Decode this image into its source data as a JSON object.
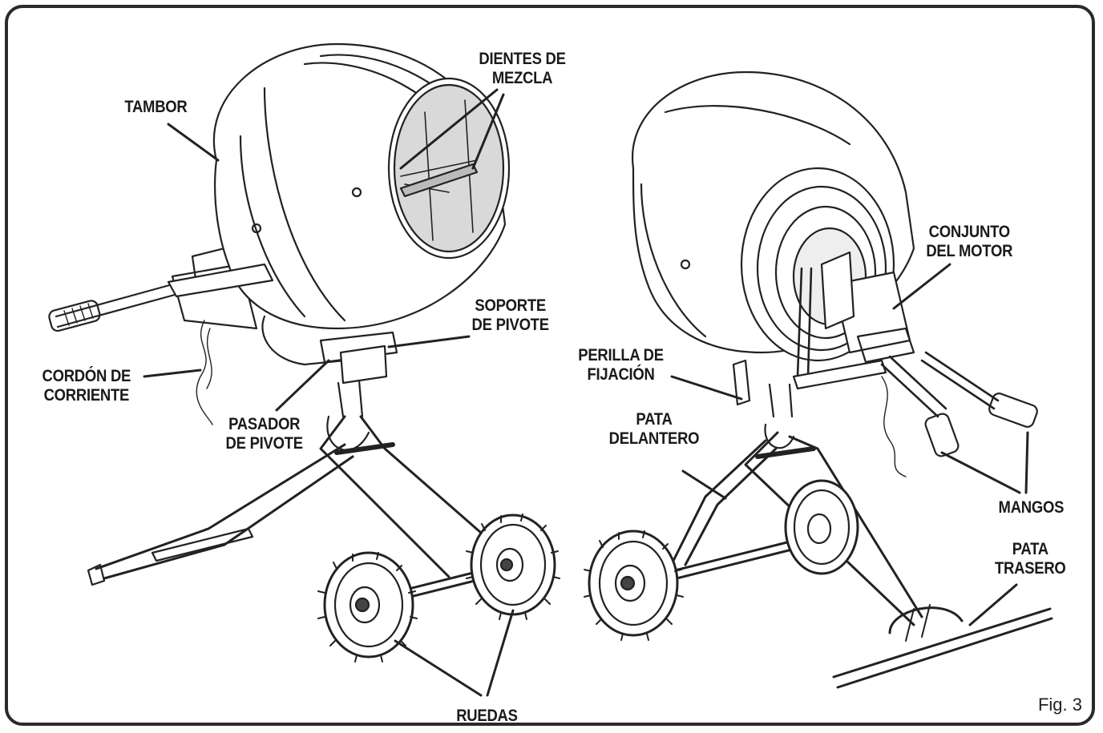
{
  "labels": {
    "tambor": "TAMBOR",
    "dientes": [
      "DIENTES DE",
      "MEZCLA"
    ],
    "soporte": [
      "SOPORTE",
      "DE PIVOTE"
    ],
    "cordon": [
      "CORDÓN DE",
      "CORRIENTE"
    ],
    "pasador": [
      "PASADOR",
      "DE PIVOTE"
    ],
    "ruedas": "RUEDAS",
    "conjunto": [
      "CONJUNTO",
      "DEL MOTOR"
    ],
    "perilla": [
      "PERILLA DE",
      "FIJACIÓN"
    ],
    "pata_delantero": [
      "PATA",
      "DELANTERO"
    ],
    "mangos": "MANGOS",
    "pata_trasero": [
      "PATA",
      "TRASERO"
    ]
  },
  "figure": "Fig. 3"
}
